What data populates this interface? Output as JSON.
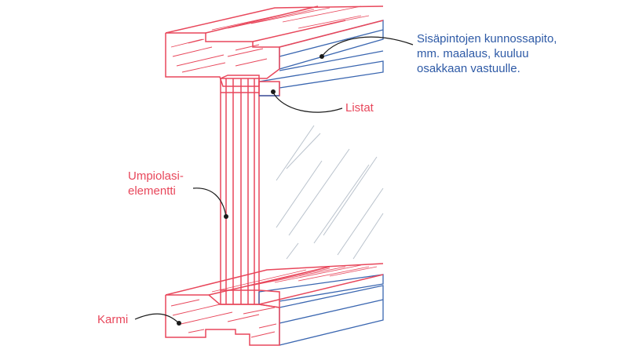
{
  "labels": {
    "interior": "Sisäpintojen kunnossapito, mm. maalaus, kuuluu osakkaan vastuulle.",
    "listat": "Listat",
    "umpiolasi_line1": "Umpiolasi-",
    "umpiolasi_line2": "elementti",
    "karmi": "Karmi"
  },
  "colors": {
    "red": "#e8475b",
    "blue": "#3a66b0",
    "text_red": "#e8475b",
    "text_blue": "#2e5aa6",
    "leader": "#1a1a1a",
    "glass_hatch": "#b9c2cc"
  }
}
